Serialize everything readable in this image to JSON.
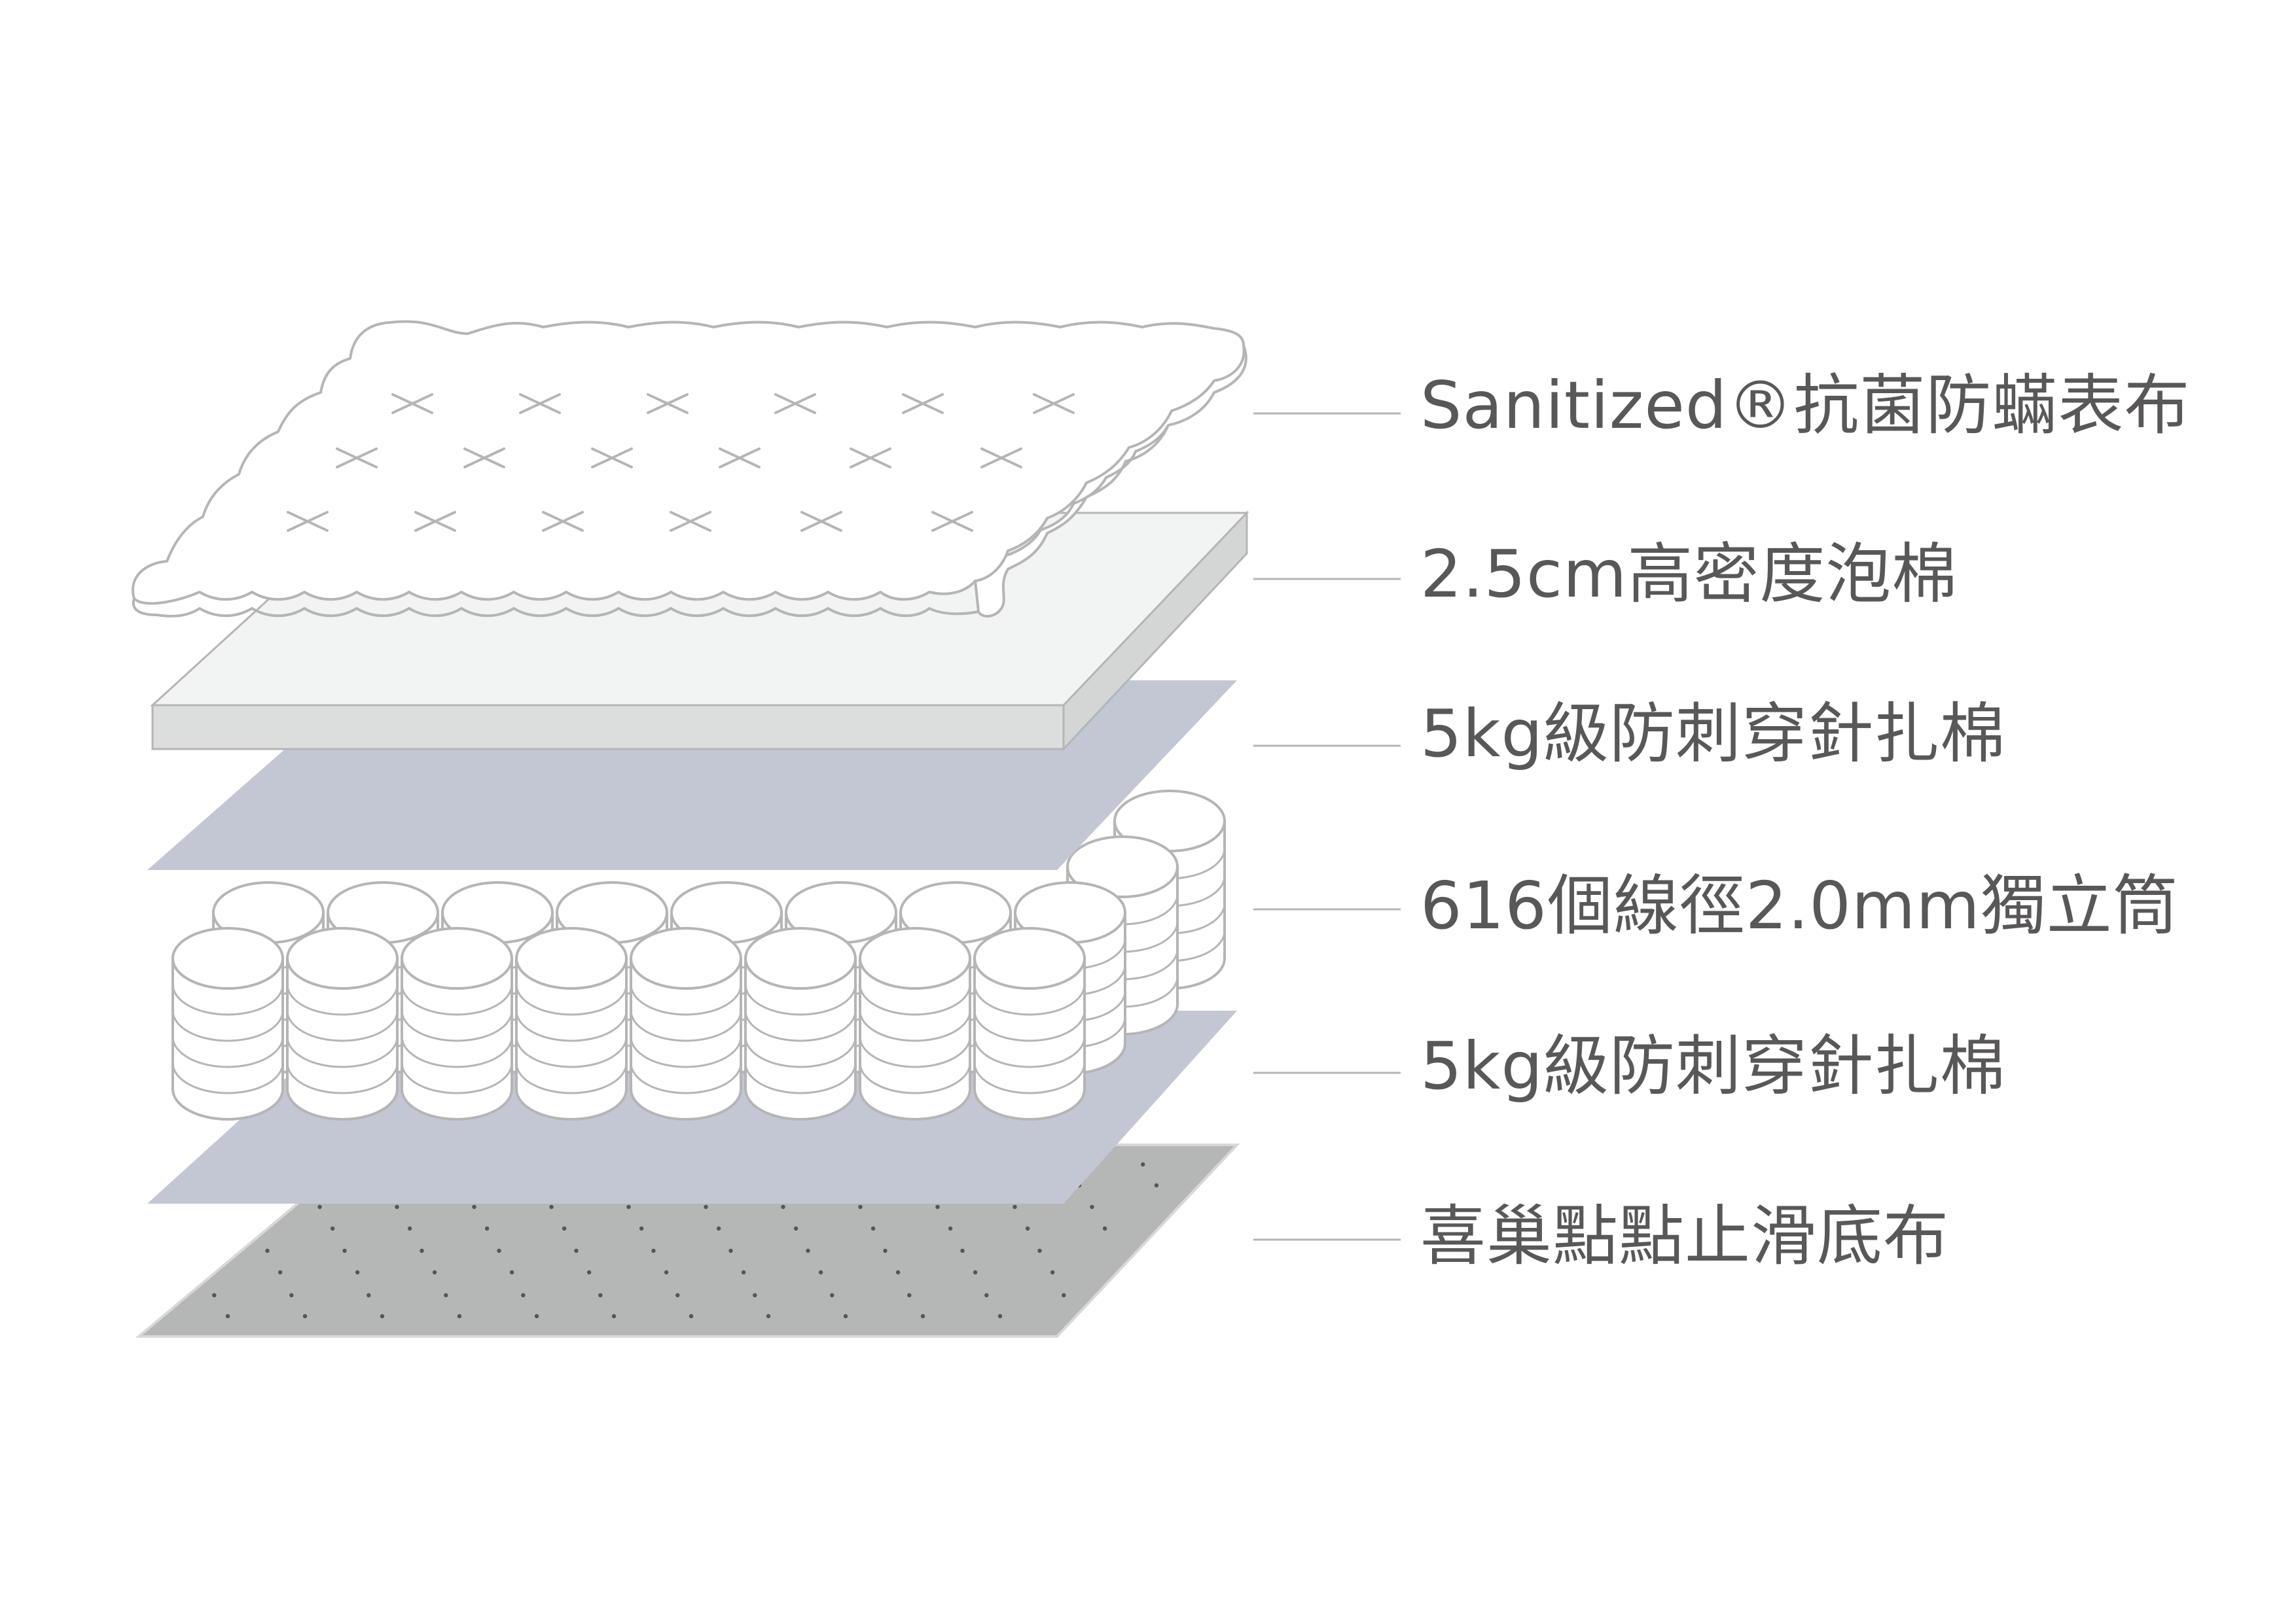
{
  "layers": [
    {
      "id": "top-fabric",
      "label": "Sanitized®抗菌防蟎表布"
    },
    {
      "id": "foam",
      "label": "2.5cm高密度泡棉"
    },
    {
      "id": "felt-upper",
      "label": "5kg級防刺穿針扎棉"
    },
    {
      "id": "springs",
      "label": "616個線徑2.0mm獨立筒"
    },
    {
      "id": "felt-lower",
      "label": "5kg級防刺穿針扎棉"
    },
    {
      "id": "base-fabric",
      "label": "喜巢點點止滑底布"
    }
  ],
  "colors": {
    "text": "#595757",
    "outline": "#b5b5b6",
    "felt": "#c3c7d3",
    "foam_top": "#f2f3f3",
    "foam_side": "#dcdddd",
    "base": "#b5b6b6",
    "dot": "#555555"
  }
}
